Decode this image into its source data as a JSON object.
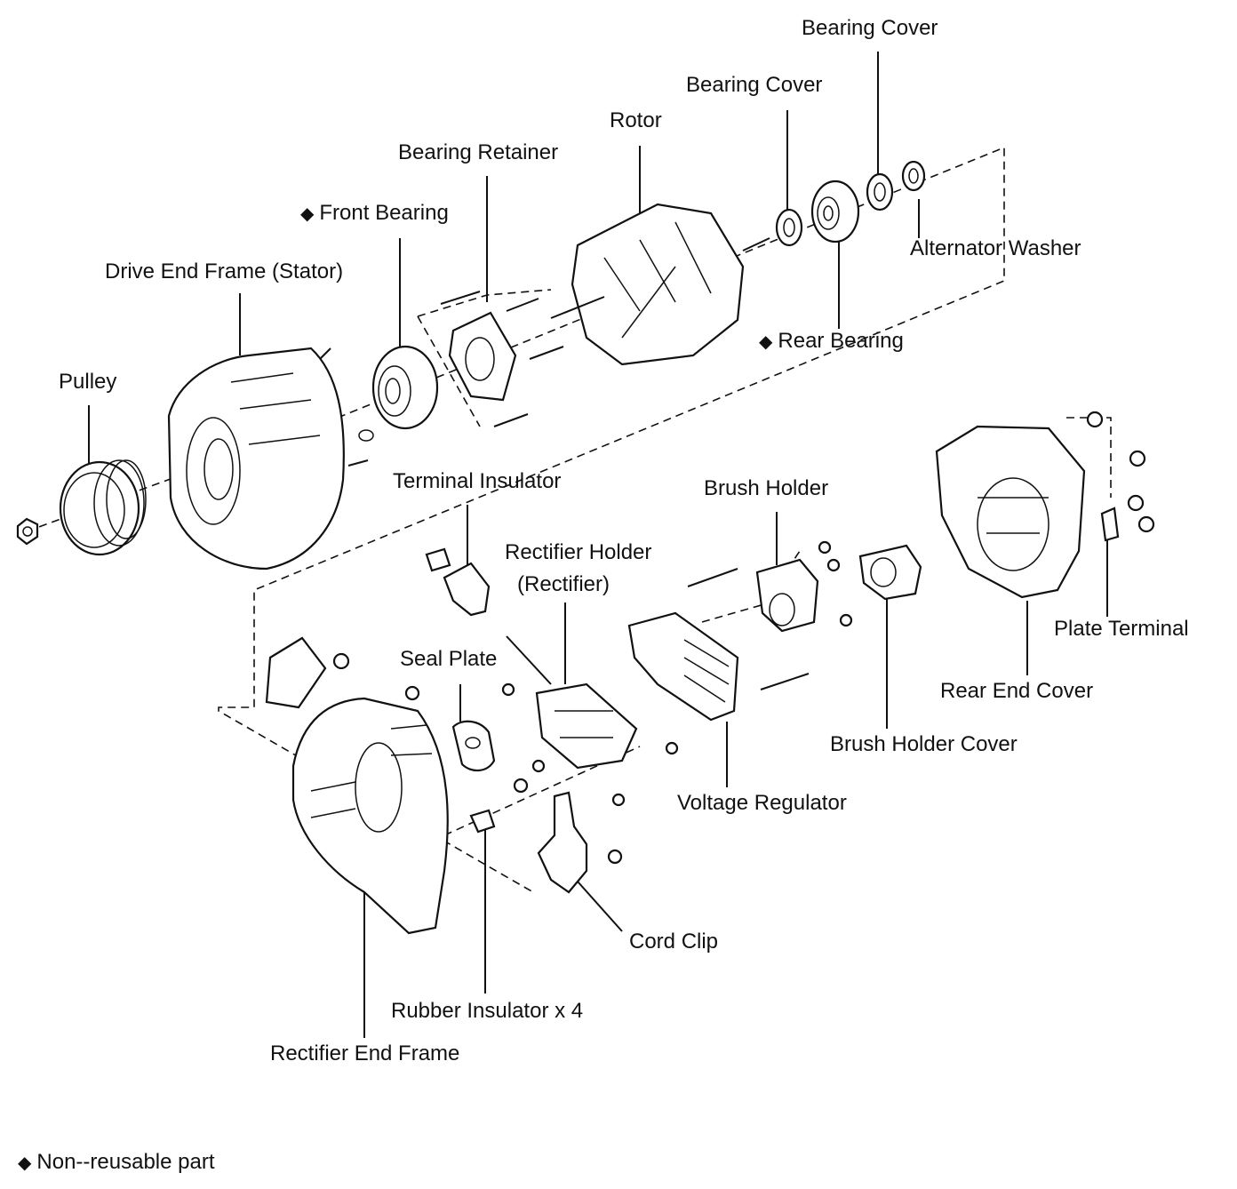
{
  "labels": {
    "bearing_cover_top": "Bearing Cover",
    "bearing_cover": "Bearing Cover",
    "rotor": "Rotor",
    "bearing_retainer": "Bearing Retainer",
    "front_bearing": "Front Bearing",
    "alternator_washer": "Alternator Washer",
    "drive_end_frame": "Drive End Frame (Stator)",
    "rear_bearing": "Rear Bearing",
    "pulley": "Pulley",
    "terminal_insulator": "Terminal Insulator",
    "brush_holder": "Brush Holder",
    "rectifier_holder_1": "Rectifier Holder",
    "rectifier_holder_2": "(Rectifier)",
    "seal_plate": "Seal Plate",
    "plate_terminal": "Plate Terminal",
    "rear_end_cover": "Rear End Cover",
    "brush_holder_cover": "Brush Holder Cover",
    "voltage_regulator": "Voltage Regulator",
    "cord_clip": "Cord Clip",
    "rubber_insulator": "Rubber Insulator x 4",
    "rectifier_end_frame": "Rectifier End Frame"
  },
  "legend": {
    "symbol": "◆",
    "text": "Non--reusable part"
  }
}
